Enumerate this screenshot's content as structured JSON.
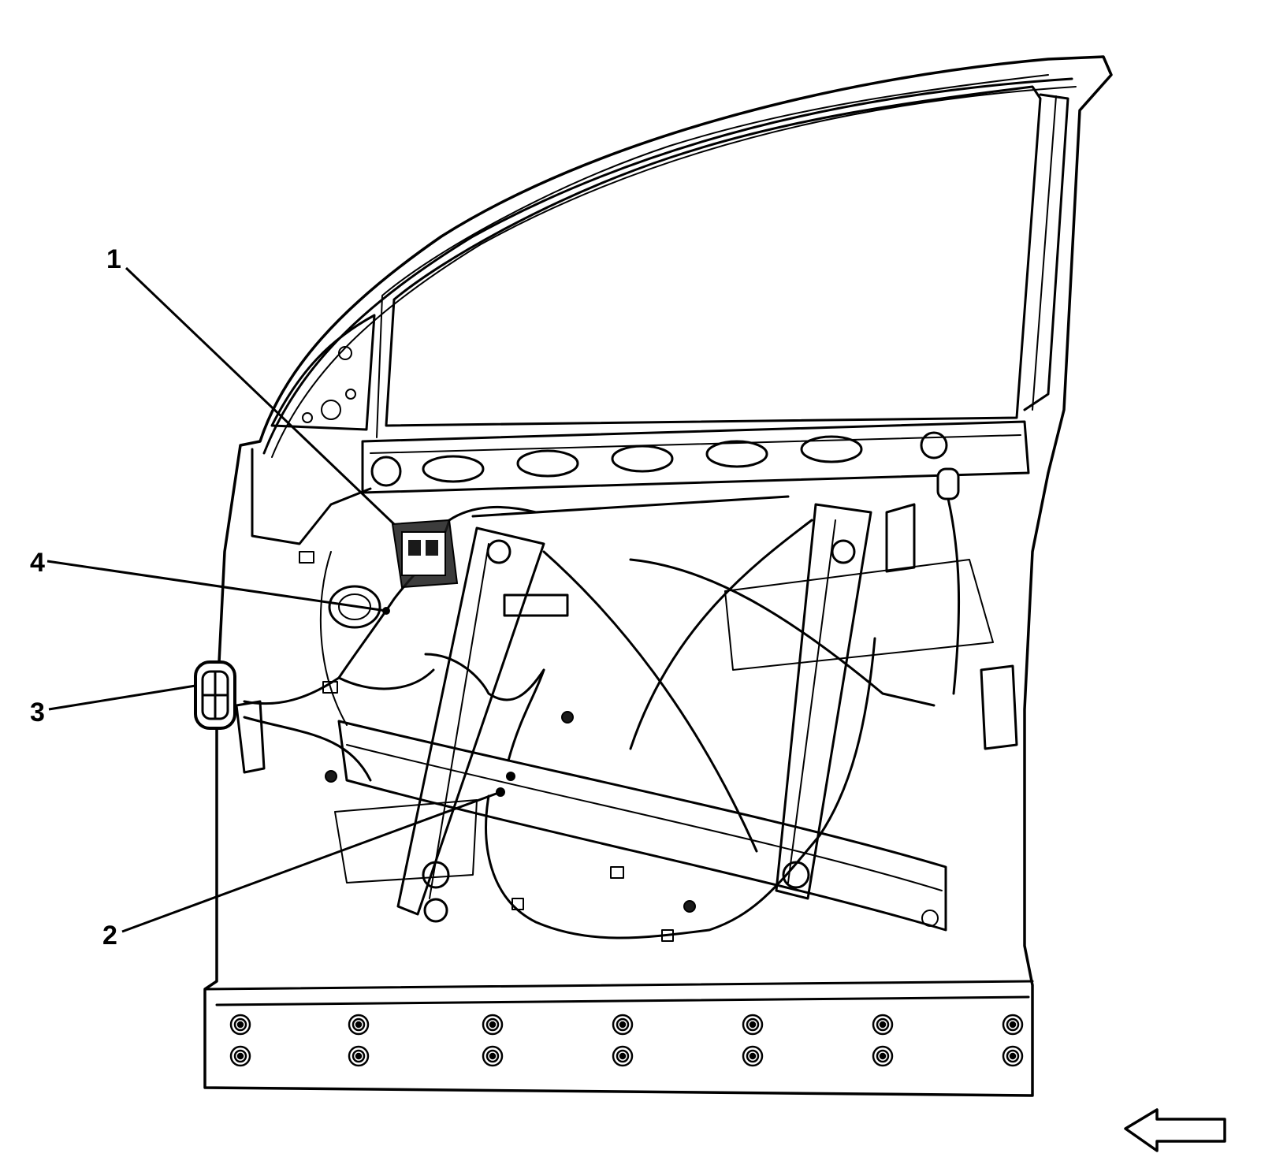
{
  "callouts": [
    {
      "id": "1",
      "label": "1"
    },
    {
      "id": "2",
      "label": "2"
    },
    {
      "id": "3",
      "label": "3"
    },
    {
      "id": "4",
      "label": "4"
    }
  ],
  "icons": {
    "direction_arrow": "left-arrow-icon"
  },
  "colors": {
    "line": "#000000",
    "background": "#ffffff"
  }
}
